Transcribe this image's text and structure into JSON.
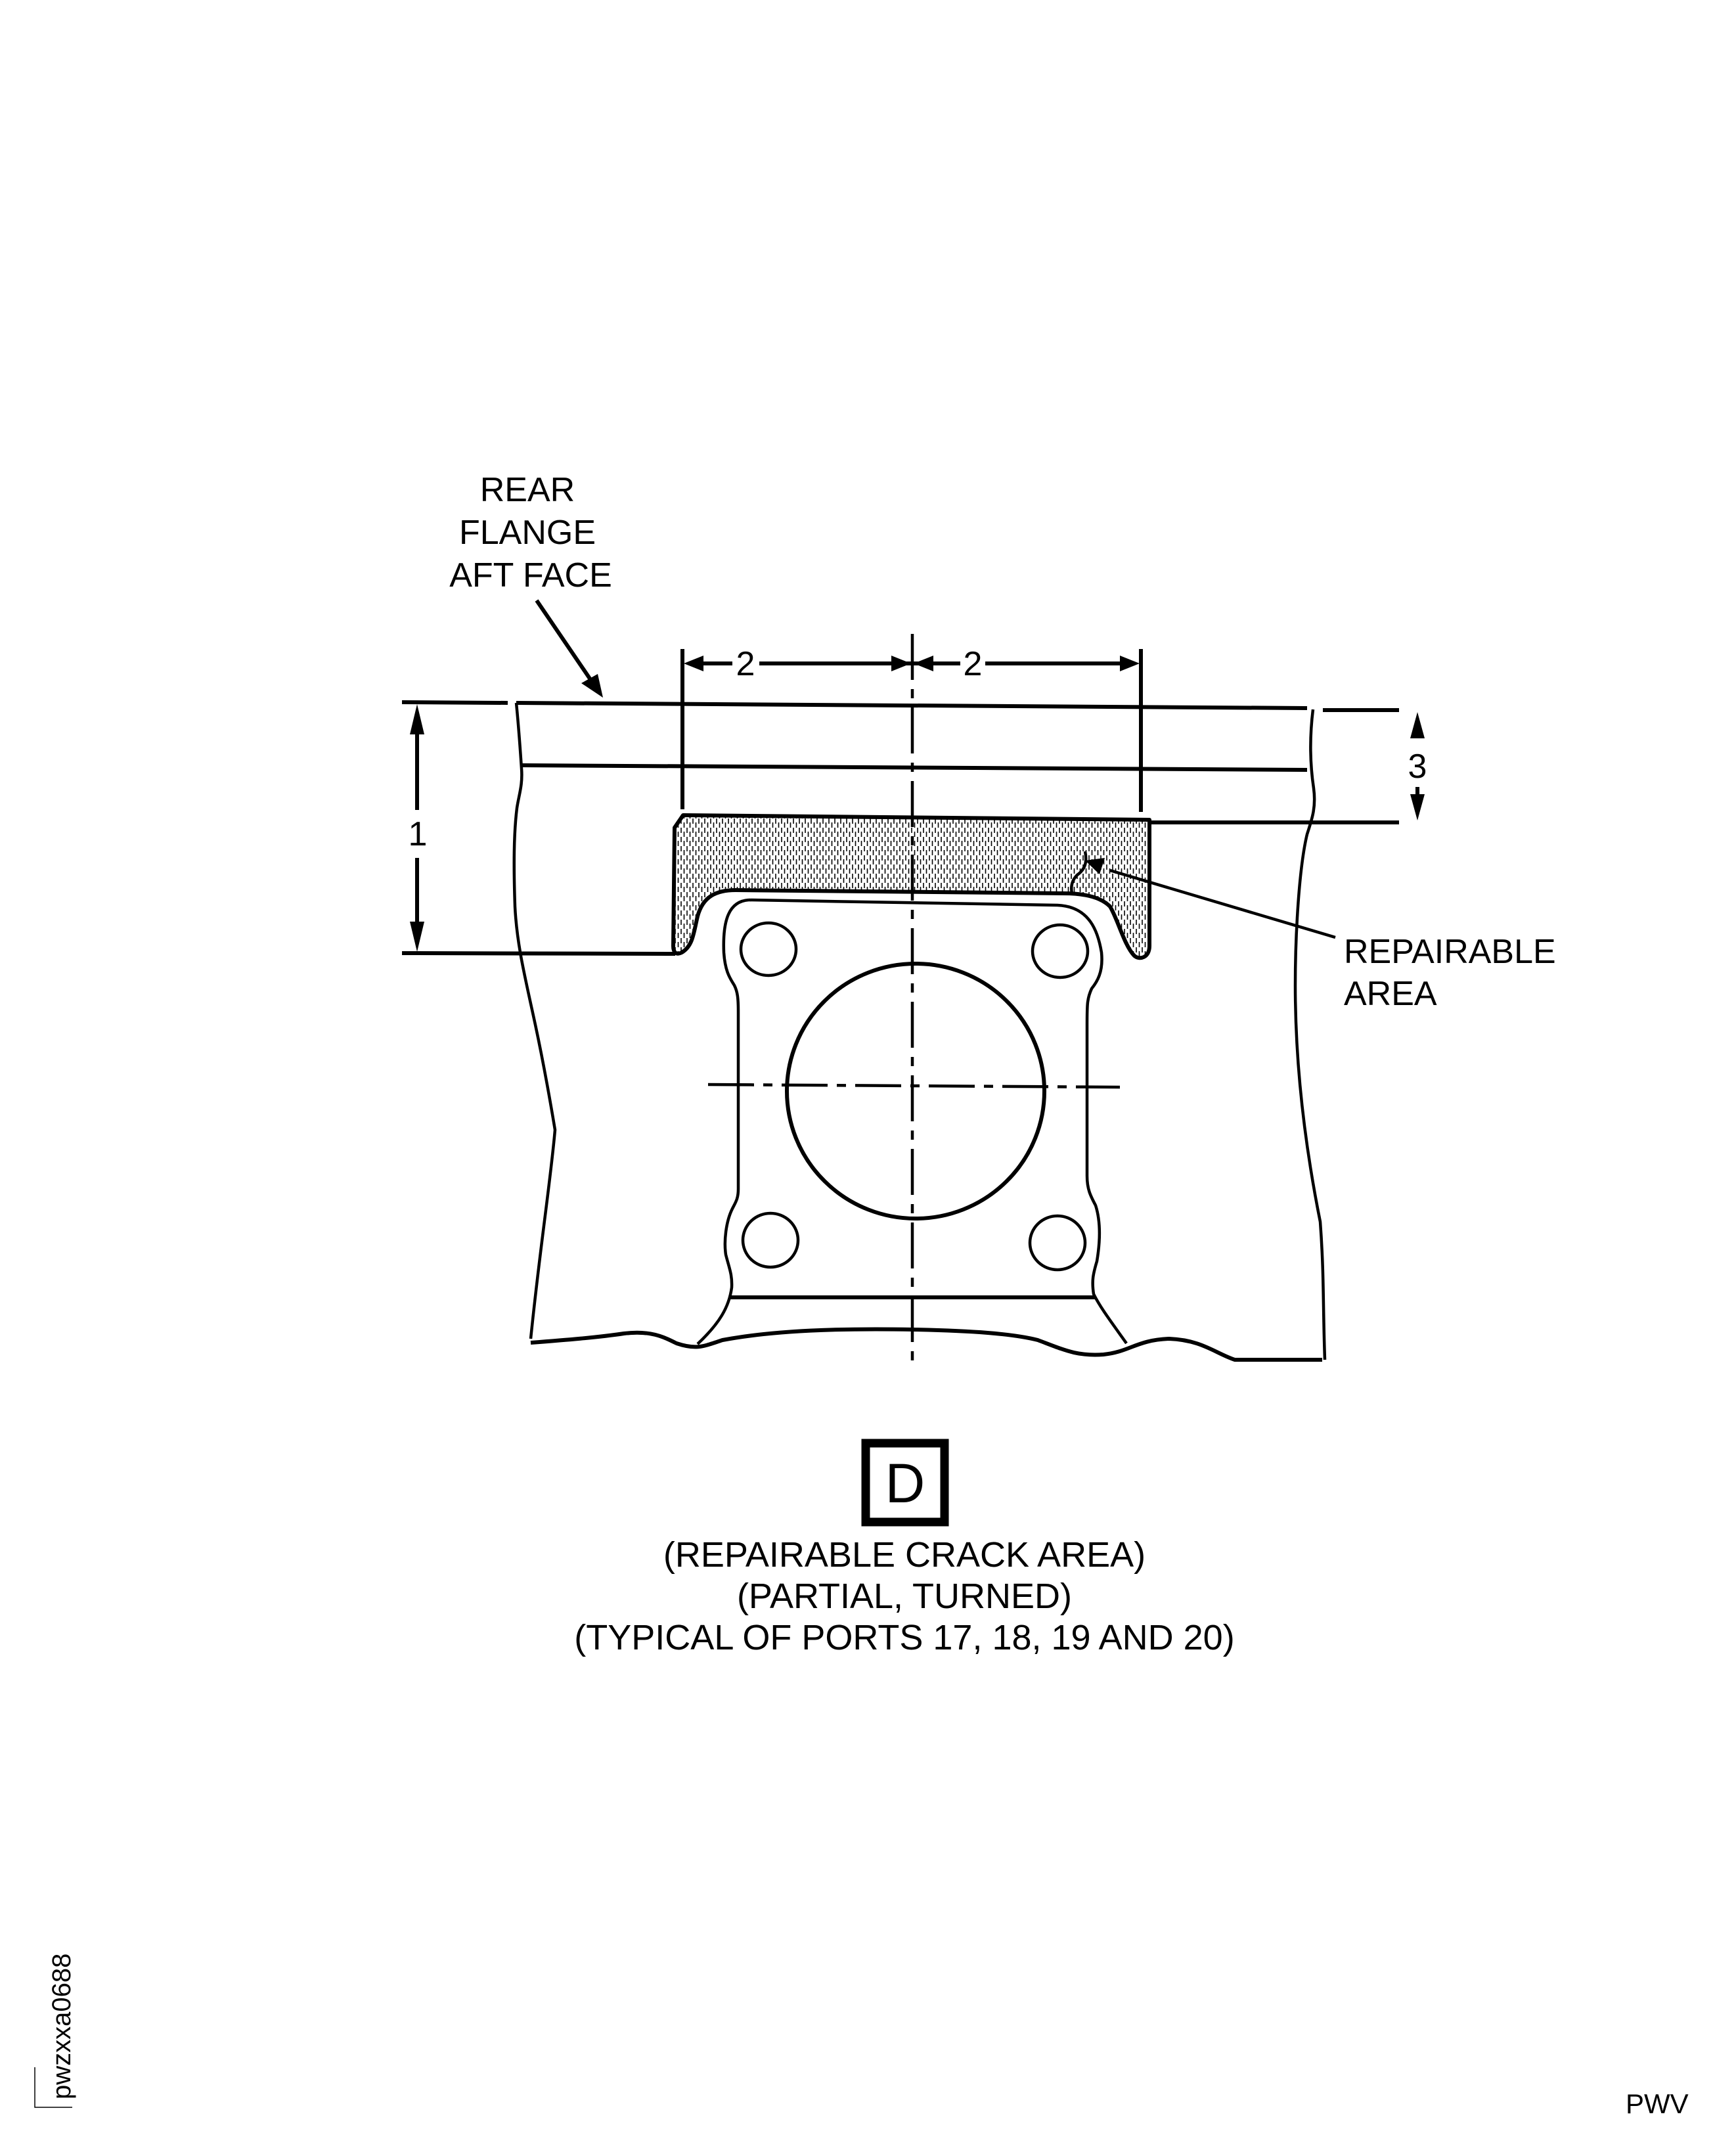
{
  "figure": {
    "callouts": {
      "rear_flange": {
        "lines": [
          "REAR",
          "FLANGE",
          "AFT FACE"
        ]
      },
      "repairable_area": {
        "lines": [
          "REPAIRABLE",
          "AREA"
        ]
      }
    },
    "dimensions": {
      "dim_1": "1",
      "dim_2_left": "2",
      "dim_2_right": "2",
      "dim_3": "3"
    },
    "view": {
      "letter": "D",
      "caption_lines": [
        "(REPAIRABLE CRACK AREA)",
        "(PARTIAL, TURNED)",
        "(TYPICAL OF PORTS 17, 18, 19 AND 20)"
      ]
    },
    "identifiers": {
      "side_code": "pwzxxa0688",
      "corner_code": "PWV"
    },
    "colors": {
      "line": "#000000",
      "background": "#ffffff",
      "repairable_fill": "#c9c9c9"
    }
  }
}
